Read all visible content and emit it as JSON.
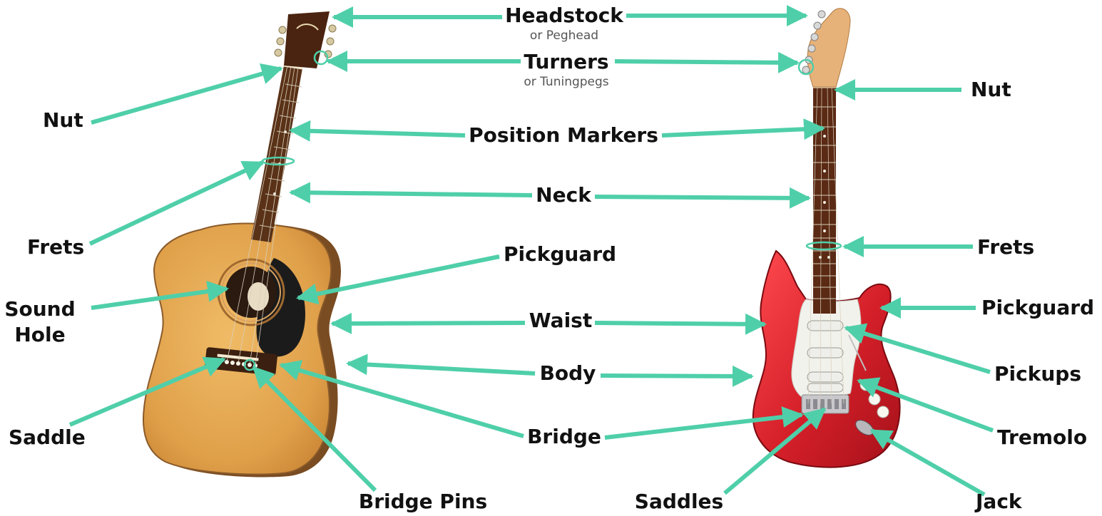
{
  "colors": {
    "arrow": "#4fcfa9",
    "acoustic_top": "#e0a24c",
    "acoustic_side": "#8a5a2a",
    "fretboard": "#5a3218",
    "pickguard_acoustic": "#1a1a1a",
    "electric_body": "#d4202a",
    "electric_pickguard": "#f4f4f0",
    "maple_headstock": "#e7b27a"
  },
  "labels": {
    "headstock": "Headstock",
    "headstock_sub": "or Peghead",
    "turners": "Turners",
    "turners_sub": "or Tuningpegs",
    "position_markers": "Position Markers",
    "neck": "Neck",
    "waist": "Waist",
    "body": "Body",
    "bridge": "Bridge",
    "pickguard_center": "Pickguard",
    "nut_left": "Nut",
    "frets_left": "Frets",
    "sound_hole_line1": "Sound",
    "sound_hole_line2": "Hole",
    "saddle": "Saddle",
    "bridge_pins": "Bridge Pins",
    "nut_right": "Nut",
    "frets_right": "Frets",
    "pickguard_right": "Pickguard",
    "pickups": "Pickups",
    "tremolo": "Tremolo",
    "jack": "Jack",
    "saddles": "Saddles"
  }
}
